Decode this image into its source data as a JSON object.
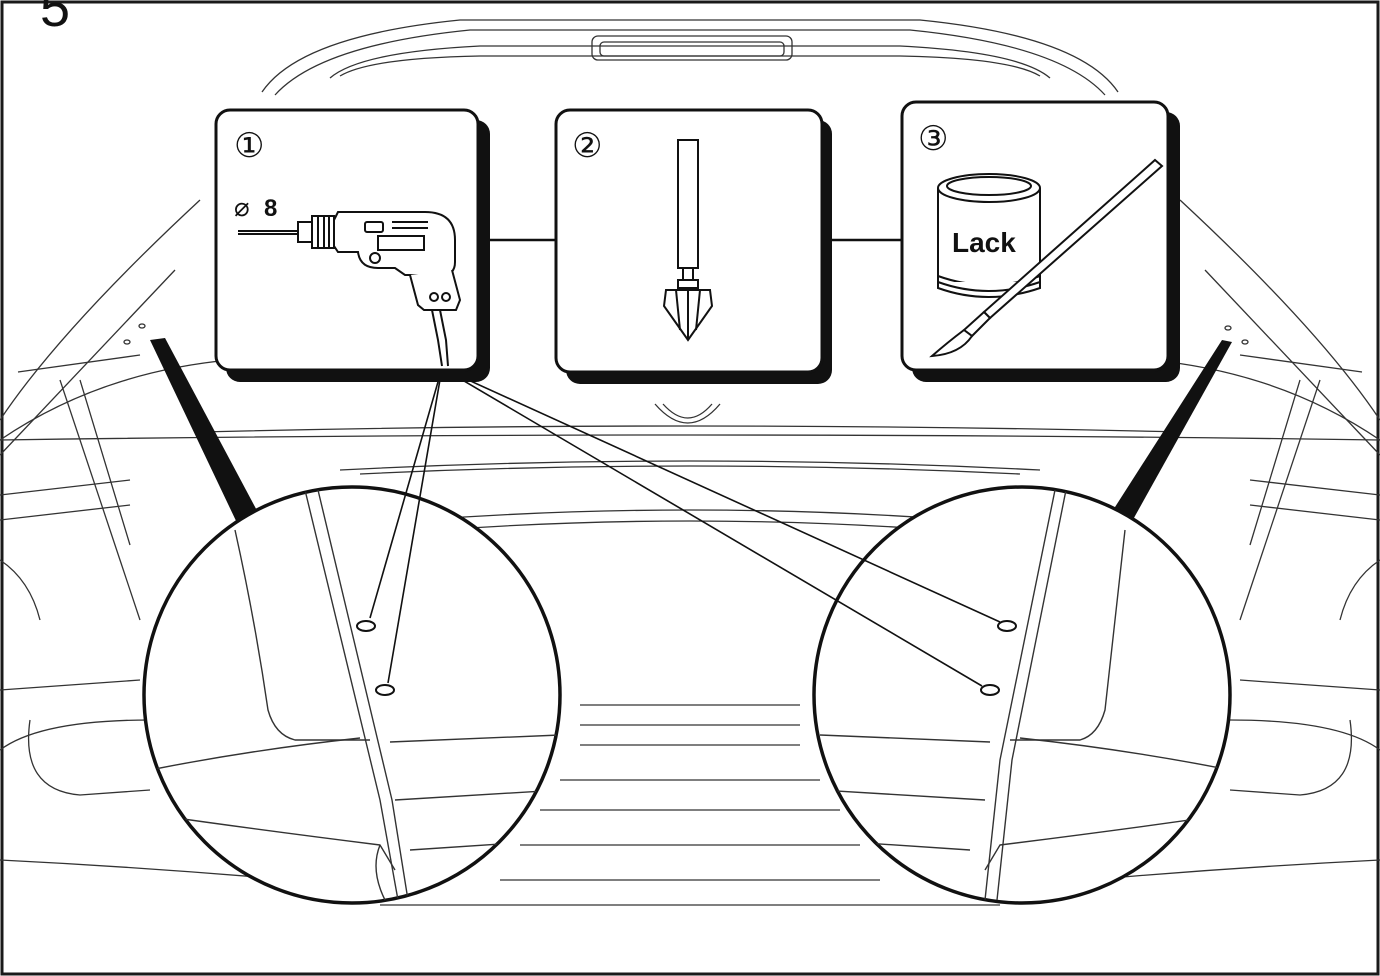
{
  "figure": {
    "step_number": "5",
    "colors": {
      "line": "#1a1a1a",
      "fill": "#ffffff"
    }
  },
  "panels": [
    {
      "id": "step-1",
      "marker": "①",
      "tool_icon": "drill-icon",
      "drill_diameter_symbol": "⌀",
      "drill_diameter_value": "8"
    },
    {
      "id": "step-2",
      "marker": "②",
      "tool_icon": "countersink-icon"
    },
    {
      "id": "step-3",
      "marker": "③",
      "tool_icon": "paint-can-icon",
      "paint_label": "Lack"
    }
  ],
  "detail_views": [
    {
      "id": "left-detail",
      "icon": "magnifier-detail-icon",
      "holes": 2
    },
    {
      "id": "right-detail",
      "icon": "magnifier-detail-icon",
      "holes": 2
    }
  ]
}
